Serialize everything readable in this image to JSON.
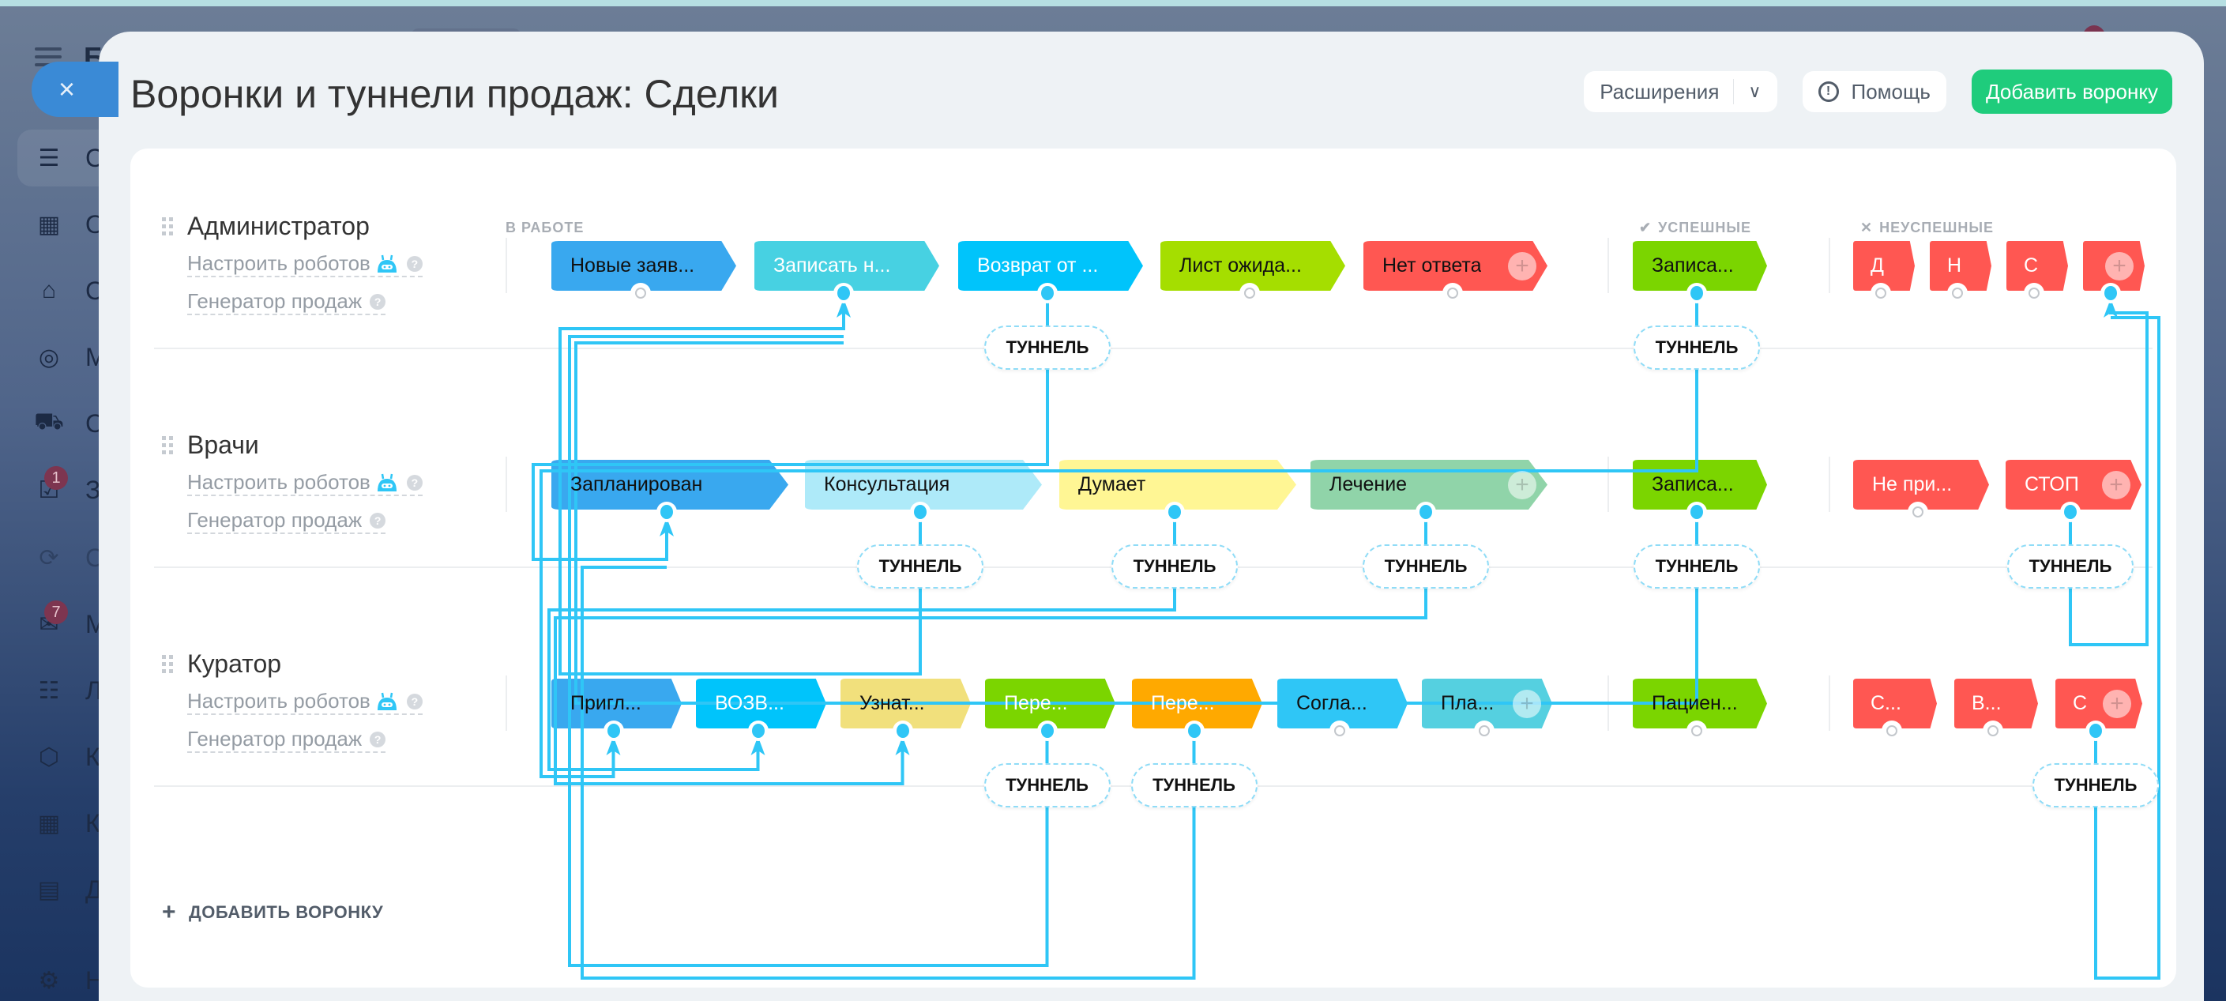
{
  "background": {
    "logo_letter": "Б",
    "sidebar_items": [
      {
        "icon": "funnel-icon",
        "letter": "С",
        "active": true
      },
      {
        "icon": "calendar-list-icon",
        "letter": "О"
      },
      {
        "icon": "warehouse-icon",
        "letter": "С"
      },
      {
        "icon": "target-icon",
        "letter": "М"
      },
      {
        "icon": "cart-icon",
        "letter": "С"
      },
      {
        "icon": "task-check-icon",
        "letter": "З",
        "badge": "1"
      },
      {
        "icon": "sync-icon",
        "letter": "С"
      },
      {
        "icon": "chat-icon",
        "letter": "М",
        "badge": "7"
      },
      {
        "icon": "document-list-icon",
        "letter": "Л"
      },
      {
        "icon": "hexagon-icon",
        "letter": "К"
      },
      {
        "icon": "calendar-icon",
        "letter": "К"
      },
      {
        "icon": "file-icon",
        "letter": "Д"
      },
      {
        "icon": "gear-icon",
        "letter": "Н"
      }
    ]
  },
  "modal": {
    "title": "Воронки и туннели продаж: Сделки",
    "buttons": {
      "extensions": "Расширения",
      "help": "Помощь",
      "add_funnel": "Добавить воронку"
    },
    "group_labels": {
      "in_progress": "В РАБОТЕ",
      "success": "УСПЕШНЫЕ",
      "failed": "НЕУСПЕШНЫЕ"
    },
    "tunnel_label": "ТУННЕЛЬ",
    "add_funnel_link": "ДОБАВИТЬ ВОРОНКУ",
    "funnels": [
      {
        "name": "Администратор",
        "robots_link": "Настроить роботов",
        "generator_link": "Генератор продаж",
        "stages": [
          {
            "label": "Новые заяв...",
            "color": "#39a8ef",
            "text": "#111",
            "port": false
          },
          {
            "label": "Записать н...",
            "color": "#47d1e2",
            "text": "#fff",
            "port": true
          },
          {
            "label": "Возврат от ...",
            "color": "#00c4fb",
            "text": "#fff",
            "port": true,
            "tunnel": true
          },
          {
            "label": "Лист ожида...",
            "color": "#a5de00",
            "text": "#111",
            "port": false
          },
          {
            "label": "Нет ответа",
            "color": "#ff5752",
            "text": "#111",
            "port": false,
            "plus": true
          }
        ],
        "success": [
          {
            "label": "Записа...",
            "color": "#7bd500",
            "text": "#111",
            "port": true,
            "tunnel": true
          }
        ],
        "failed": [
          {
            "label": "Д",
            "color": "#ff5752",
            "text": "#fff",
            "port": false
          },
          {
            "label": "Н",
            "color": "#ff5752",
            "text": "#fff",
            "port": false
          },
          {
            "label": "С",
            "color": "#ff5752",
            "text": "#fff",
            "port": false
          },
          {
            "label": "",
            "color": "#ff5752",
            "text": "#fff",
            "port": true,
            "plus": true
          }
        ]
      },
      {
        "name": "Врачи",
        "robots_link": "Настроить роботов",
        "generator_link": "Генератор продаж",
        "stages": [
          {
            "label": "Запланирован",
            "color": "#39a8ef",
            "text": "#111",
            "port": true
          },
          {
            "label": "Консультация",
            "color": "#aeeaf9",
            "text": "#111",
            "port": true,
            "tunnel": true
          },
          {
            "label": "Думает",
            "color": "#fff694",
            "text": "#111",
            "port": true,
            "tunnel": true
          },
          {
            "label": "Лечение",
            "color": "#90d4a9",
            "text": "#111",
            "port": true,
            "tunnel": true,
            "plus": true
          }
        ],
        "success": [
          {
            "label": "Записа...",
            "color": "#7bd500",
            "text": "#111",
            "port": true,
            "tunnel": true
          }
        ],
        "failed": [
          {
            "label": "Не при...",
            "color": "#ff5752",
            "text": "#fff",
            "port": false
          },
          {
            "label": "СТОП",
            "color": "#ff5752",
            "text": "#fff",
            "port": true,
            "tunnel": true,
            "plus": true
          }
        ]
      },
      {
        "name": "Куратор",
        "robots_link": "Настроить роботов",
        "generator_link": "Генератор продаж",
        "stages": [
          {
            "label": "Пригл...",
            "color": "#39a8ef",
            "text": "#111",
            "port": true
          },
          {
            "label": "ВОЗВ...",
            "color": "#00c4fb",
            "text": "#fff",
            "port": true
          },
          {
            "label": "Узнат...",
            "color": "#f1e07c",
            "text": "#111",
            "port": true
          },
          {
            "label": "Пере...",
            "color": "#7bd500",
            "text": "#fff",
            "port": true,
            "tunnel": true
          },
          {
            "label": "Пере...",
            "color": "#ffa900",
            "text": "#fff",
            "port": true,
            "tunnel": true
          },
          {
            "label": "Согла...",
            "color": "#2fc6f6",
            "text": "#111",
            "port": false
          },
          {
            "label": "Пла...",
            "color": "#55d0e0",
            "text": "#111",
            "port": false,
            "plus": true
          }
        ],
        "success": [
          {
            "label": "Пациен...",
            "color": "#7bd500",
            "text": "#111",
            "port": false
          }
        ],
        "failed": [
          {
            "label": "С...",
            "color": "#ff5752",
            "text": "#fff",
            "port": false
          },
          {
            "label": "В...",
            "color": "#ff5752",
            "text": "#fff",
            "port": false
          },
          {
            "label": "С",
            "color": "#ff5752",
            "text": "#fff",
            "port": true,
            "tunnel": true,
            "plus": true
          }
        ]
      }
    ],
    "tunnels": [
      {
        "from": "Администратор / Возврат от ...",
        "to": "Врачи / Запланирован"
      },
      {
        "from": "Администратор / Записа...",
        "to": "Куратор / Пригл..."
      },
      {
        "from": "Врачи / Консультация",
        "to": "Администратор / Записать н..."
      },
      {
        "from": "Врачи / Думает",
        "to": "Куратор / ВОЗВ..."
      },
      {
        "from": "Врачи / Лечение",
        "to": "Куратор / Узнат..."
      },
      {
        "from": "Врачи / Записа...",
        "to": "Администратор / Записать н..."
      },
      {
        "from": "Врачи / СТОП",
        "to": "Администратор / неуспешная стадия"
      },
      {
        "from": "Куратор / Пере...",
        "to": "Администратор / Записать н..."
      },
      {
        "from": "Куратор / Пере... (2)",
        "to": "Врачи / Запланирован"
      },
      {
        "from": "Куратор / С",
        "to": "Администратор / неуспешная стадия"
      }
    ]
  }
}
